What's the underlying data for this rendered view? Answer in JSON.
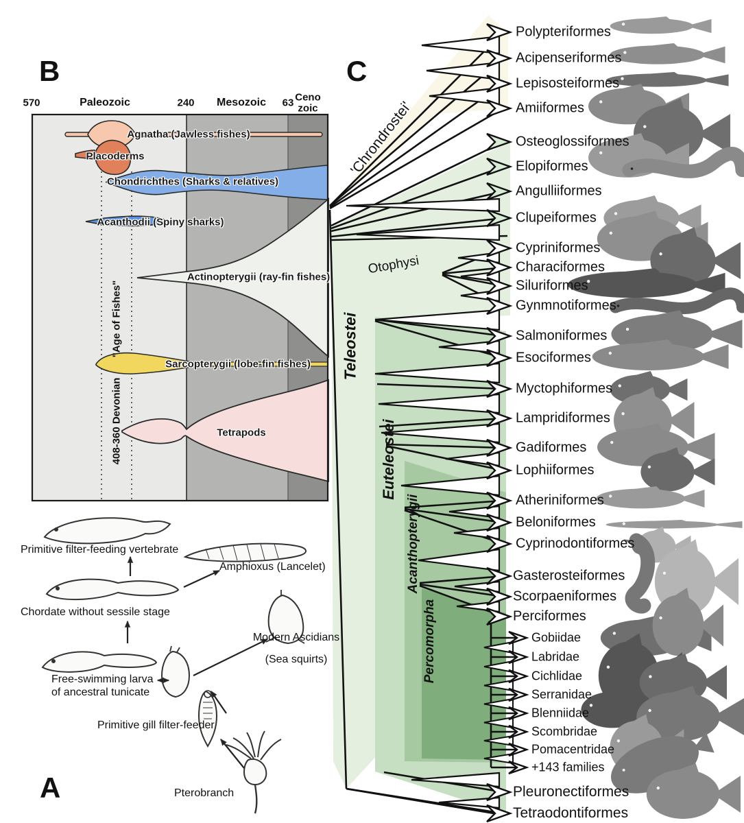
{
  "panelA": {
    "label": "A",
    "captions": [
      "Primitive filter-feeding vertebrate",
      "Amphioxus (Lancelet)",
      "Chordate without sessile stage",
      "Modern Ascidians",
      "(Sea squirts)",
      "Free-swimming larva",
      "of ancestral tunicate",
      "Primitive gill filter-feeder",
      "Pterobranch"
    ]
  },
  "panelB": {
    "label": "B",
    "timeline": {
      "t570": "570",
      "paleozoic": "Paleozoic",
      "t240": "240",
      "mesozoic": "Mesozoic",
      "t63": "63",
      "ceno_line1": "Ceno",
      "ceno_line2": "zoic"
    },
    "age_of_fishes": "\"Age of Fishes\"",
    "devonian": "408-360 Devonian",
    "spindles": [
      "Agnatha (Jawless fishes)",
      "Placoderms",
      "Chondrichthes (Sharks & relatives)",
      "Acanthodii (Spiny sharks)",
      "Actinopterygii (ray-fin fishes)",
      "Sarcopterygii (lobe-fin fishes)",
      "Tetrapods"
    ]
  },
  "panelC": {
    "label": "C",
    "clades": {
      "chrondrostei": "'Chrondrostei'",
      "teleostei": "Teleostei",
      "otophysi": "Otophysi",
      "euteleostei": "Euteleostei",
      "acanthopterygii": "Acanthopterygii",
      "percomorpha": "Percomorpha"
    },
    "orders": [
      "Polypteriformes",
      "Acipenseriformes",
      "Lepisosteiformes",
      "Amiiformes",
      "Osteoglossiformes",
      "Elopiformes",
      "Angulliiformes",
      "Clupeiformes",
      "Cypriniformes",
      "Characiformes",
      "Siluriformes",
      "Gynmnotiformes",
      "Salmoniformes",
      "Esociformes",
      "Myctophiformes",
      "Lampridiformes",
      "Gadiformes",
      "Lophiiformes",
      "Atheriniformes",
      "Beloniformes",
      "Cyprinodontiformes",
      "Gasterosteiformes",
      "Scorpaeniformes",
      "Perciformes",
      "Gobiidae",
      "Labridae",
      "Cichlidae",
      "Serranidae",
      "Blenniidae",
      "Scombridae",
      "Pomacentridae",
      "+143 families",
      "Pleuronectiformes",
      "Tetraodontiformes"
    ]
  },
  "colors": {
    "cream": "#fbf7e8",
    "light_green": "#e4efe0",
    "mid_green": "#c6dec2",
    "dark_green": "#a6c9a2",
    "darkest_green": "#7fae7c",
    "arrow_green": "#d9ecd6",
    "paleozoic_gray": "#e9e9e7",
    "mesozoic_gray": "#b4b4b2",
    "cenozoic_gray": "#8f8f8d",
    "agnatha": "#f8c8ae",
    "placoderms": "#e0815c",
    "chondrichthes": "#84aee8",
    "acanthodii": "#5b93e2",
    "actinopterygii": "#eef1ec",
    "sarcopterygii": "#f2d75f",
    "tetrapods": "#f8dddd",
    "line": "#111111",
    "fish_gray": "#808080"
  }
}
